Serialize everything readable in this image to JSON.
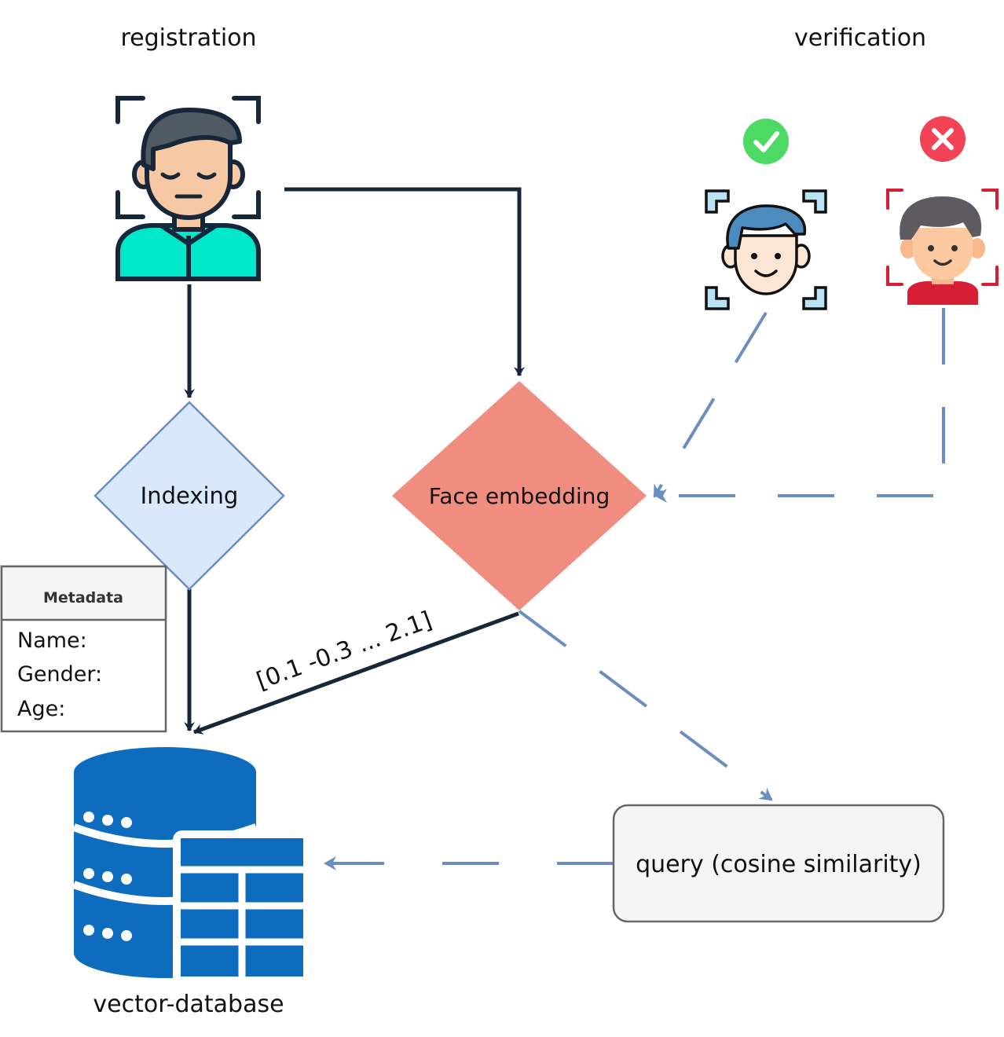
{
  "headings": {
    "registration": "registration",
    "verification": "verification"
  },
  "nodes": {
    "indexing": "Indexing",
    "face_embedding": "Face embedding",
    "query": "query (cosine similarity)",
    "database": "vector-database"
  },
  "metadata": {
    "title": "Metadata",
    "fields": [
      "Name:",
      "Gender:",
      "Age:"
    ]
  },
  "edge_labels": {
    "embedding_vector": "[0.1 -0.3 ... 2.1]"
  },
  "icons": {
    "registered_user": "scanned-user-icon",
    "verify_accept": "check-badge-icon",
    "verify_reject": "cross-badge-icon",
    "verified_face": "face-scan-icon",
    "rejected_face": "face-scan-icon",
    "database": "database-table-icon"
  },
  "colors": {
    "arrow_dark": "#17273a",
    "arrow_dashed": "#6c8ebf",
    "indexing_fill": "#dae8fc",
    "indexing_stroke": "#6c8ebf",
    "embedding_fill": "#f08d80",
    "query_fill": "#f5f5f5",
    "db_blue": "#0d6cbd",
    "accept_green": "#4cd964",
    "reject_red": "#f24357"
  }
}
